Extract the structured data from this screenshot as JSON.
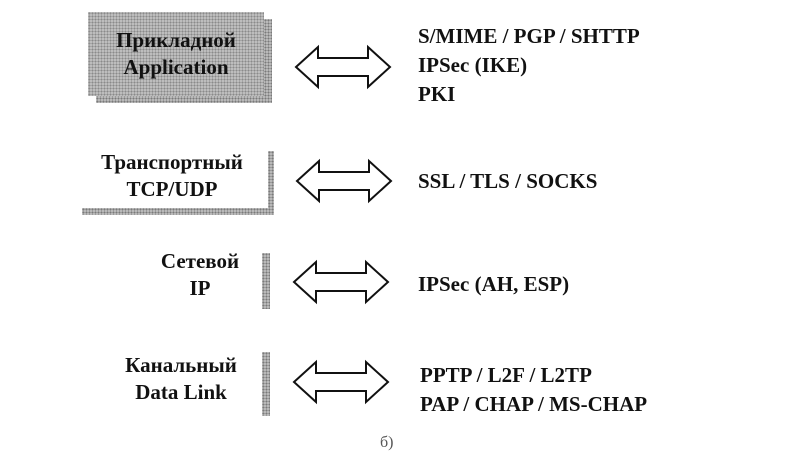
{
  "layers": [
    {
      "name": "application",
      "title_ru": "Прикладной",
      "title_en": "Application",
      "protocols": [
        "S/MIME / PGP / SHTTP",
        "IPSec (IKE)",
        "PKI"
      ]
    },
    {
      "name": "transport",
      "title_ru": "Транспортный",
      "title_en": "TCP/UDP",
      "protocols": [
        "SSL / TLS / SOCKS"
      ]
    },
    {
      "name": "network",
      "title_ru": "Сетевой",
      "title_en": "IP",
      "protocols": [
        "IPSec (AH, ESP)"
      ]
    },
    {
      "name": "data-link",
      "title_ru": "Канальный",
      "title_en": "Data Link",
      "protocols": [
        "PPTP / L2F / L2TP",
        "PAP / CHAP / MS-CHAP"
      ]
    }
  ],
  "caption": "б)"
}
